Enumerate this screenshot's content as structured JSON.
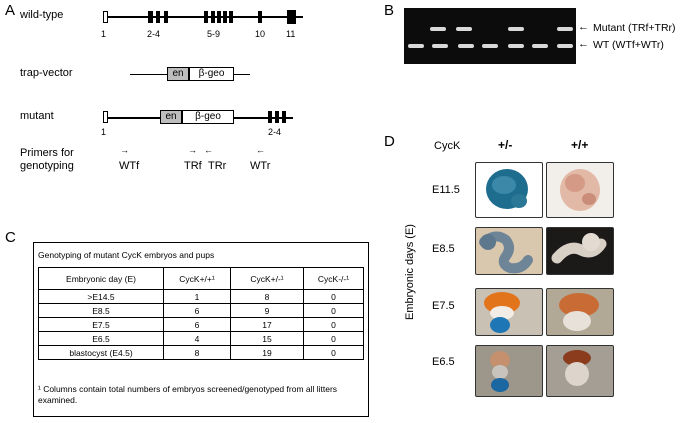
{
  "panels": {
    "a": "A",
    "b": "B",
    "c": "C",
    "d": "D"
  },
  "panel_a": {
    "wild_type_label": "wild-type",
    "trap_vector_label": "trap-vector",
    "mutant_label": "mutant",
    "wt_exon_labels": [
      "1",
      "2-4",
      "5-9",
      "10",
      "11"
    ],
    "en_label": "en",
    "geo_label": "β-geo",
    "mutant_exon_labels": [
      "1",
      "2-4"
    ],
    "primers_title_line1": "Primers for",
    "primers_title_line2": "genotyping",
    "primers": [
      "WTf",
      "TRf",
      "TRr",
      "WTr"
    ]
  },
  "panel_b": {
    "mutant_band": "Mutant (TRf+TRr)",
    "wt_band": "WT (WTf+WTr)"
  },
  "panel_c": {
    "table_title": "Genotyping of mutant CycK embryos and pups",
    "headers": [
      "Embryonic day (E)",
      "CycK+/+¹",
      "CycK+/-¹",
      "CycK-/-¹"
    ],
    "rows": [
      [
        ">E14.5",
        "1",
        "8",
        "0"
      ],
      [
        "E8.5",
        "6",
        "9",
        "0"
      ],
      [
        "E7.5",
        "6",
        "17",
        "0"
      ],
      [
        "E6.5",
        "4",
        "15",
        "0"
      ],
      [
        "blastocyst (E4.5)",
        "8",
        "19",
        "0"
      ]
    ],
    "footnote": "¹ Columns contain total numbers of embryos screened/genotyped from all litters examined."
  },
  "panel_d": {
    "cyck_label": "CycK",
    "col_het": "+/-",
    "col_wt": "+/+",
    "axis_label": "Embryonic days (E)",
    "stages": [
      "E11.5",
      "E8.5",
      "E7.5",
      "E6.5"
    ]
  }
}
